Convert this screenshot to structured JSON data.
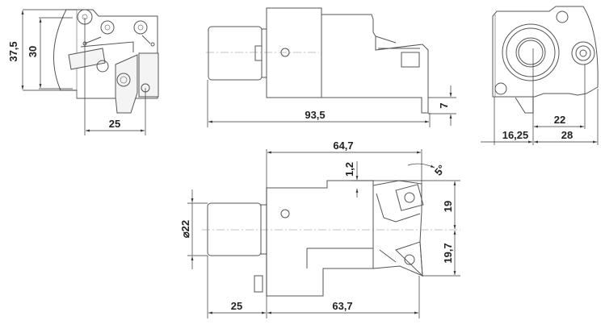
{
  "drawing": {
    "side_view": {
      "height_total": "37,5",
      "height_inner": "30",
      "width_offset": "25"
    },
    "top_view": {
      "overall_length": "93,5",
      "tip_height": "7"
    },
    "end_view": {
      "center_to_screw": "22",
      "left_offset": "16,25",
      "right_offset": "28"
    },
    "plan_view": {
      "head_length": "64,7",
      "step_depth": "1,2",
      "angle": "5°",
      "upper_half": "19",
      "lower_half": "19,7",
      "shank_diameter": "⌀22",
      "shank_length": "25",
      "body_length": "63,7"
    }
  }
}
